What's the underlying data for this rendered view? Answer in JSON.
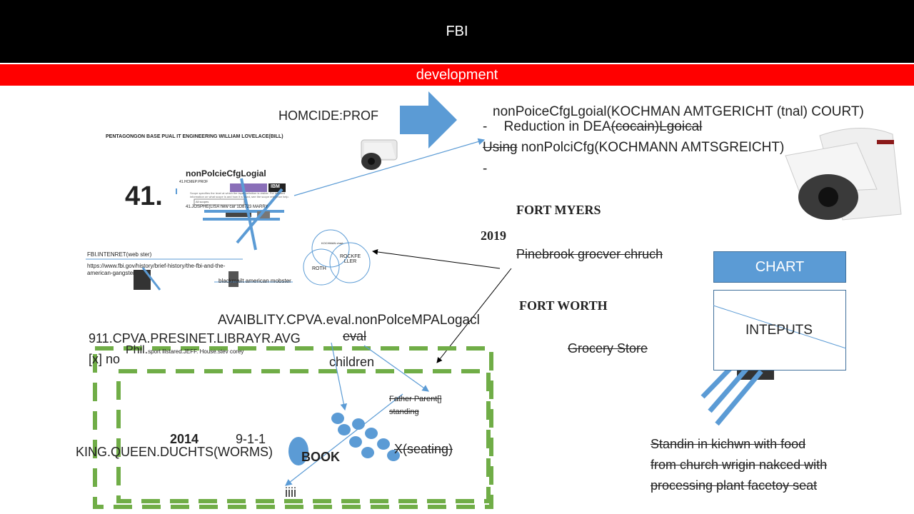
{
  "header": {
    "title": "FBI",
    "subtitle": "development"
  },
  "top_label": "HOMCIDE:PROF",
  "right_lines": {
    "line1": "nonPoiceCfgLgoial(KOCHMAN AMTGERICHT (tnal) COURT)",
    "line2_dash": "-",
    "line2_text": "Reduction in DEA",
    "line2_strike": "(cocain)Lgoical",
    "line3_strike": "Using",
    "line3_text": " nonPolciCfg(KOCHMANN AMTSGREICHT)",
    "line4_dash": "-"
  },
  "thumbnail": {
    "heading": "PENTAGONGON BASE PUAL IT ENGINEERING WILLIAM LOVELACE(BILL)",
    "number": "41.",
    "logo_title": "nonPolcieCfgLogial",
    "line_a": "41.HCMEP:PROF",
    "ibm": "IBM",
    "para1": "Scope specifies the level at which the layer definition is visible. For detailed",
    "para2": "information on what scope is and how it is used, see the scope reference help.",
    "select": "All scopes",
    "line_b": "41.JOSPHE(LISA new car 1D8723 MARRY",
    "fbi_net": "FBI.INTENRET(web ster)",
    "url1": "https://www.fbi.gov/history/brief-history/the-fbi-and-the-",
    "url2": "american-gangster",
    "caption": "blackmailt american mobster"
  },
  "venn": {
    "a": "KOCHMAN chart",
    "b": "ROCKFE\nLLER",
    "c": "ROTH"
  },
  "locations": {
    "fort_myers": "FORT MYERS",
    "year_2019": "2019",
    "pinebrook": "Pinebrook grocver chruch",
    "fort_worth": "FORT WORTH",
    "grocery": "Grocery Store"
  },
  "boxes": {
    "chart": "CHART",
    "inputs": "INTEPUTS"
  },
  "availability": "AVAIBLITY.CPVA.eval.nonPolceMPALogacl",
  "eval_strike": "eval",
  "library": "911.CPVA.PRESINET.LIBRAYR.AVG",
  "checkbox": "[x] no",
  "sport_prefix": "Phil.",
  "sport": "sport lllstared.JEFF. House.stev corey",
  "children": "children",
  "father_line1": "Father Parent[]",
  "father_line2": "standing",
  "year_2014": "2014",
  "nine11": "9-1-1",
  "king": "KING.QUEEN.DUCHTS(WORMS)",
  "book": "BOOK",
  "seating": "X(seating)",
  "iiii": "iiii",
  "standin": [
    "Standin in kichwn with food",
    "from church wrigin nakced with",
    "processing plant facetoy seat"
  ],
  "colors": {
    "header_bg": "#000000",
    "subbar_bg": "#ff0000",
    "shape_blue": "#5b9bd5",
    "dash_green": "#70ad47"
  },
  "icons": {
    "camera": "camera-icon",
    "arrow": "arrow-right-icon"
  }
}
